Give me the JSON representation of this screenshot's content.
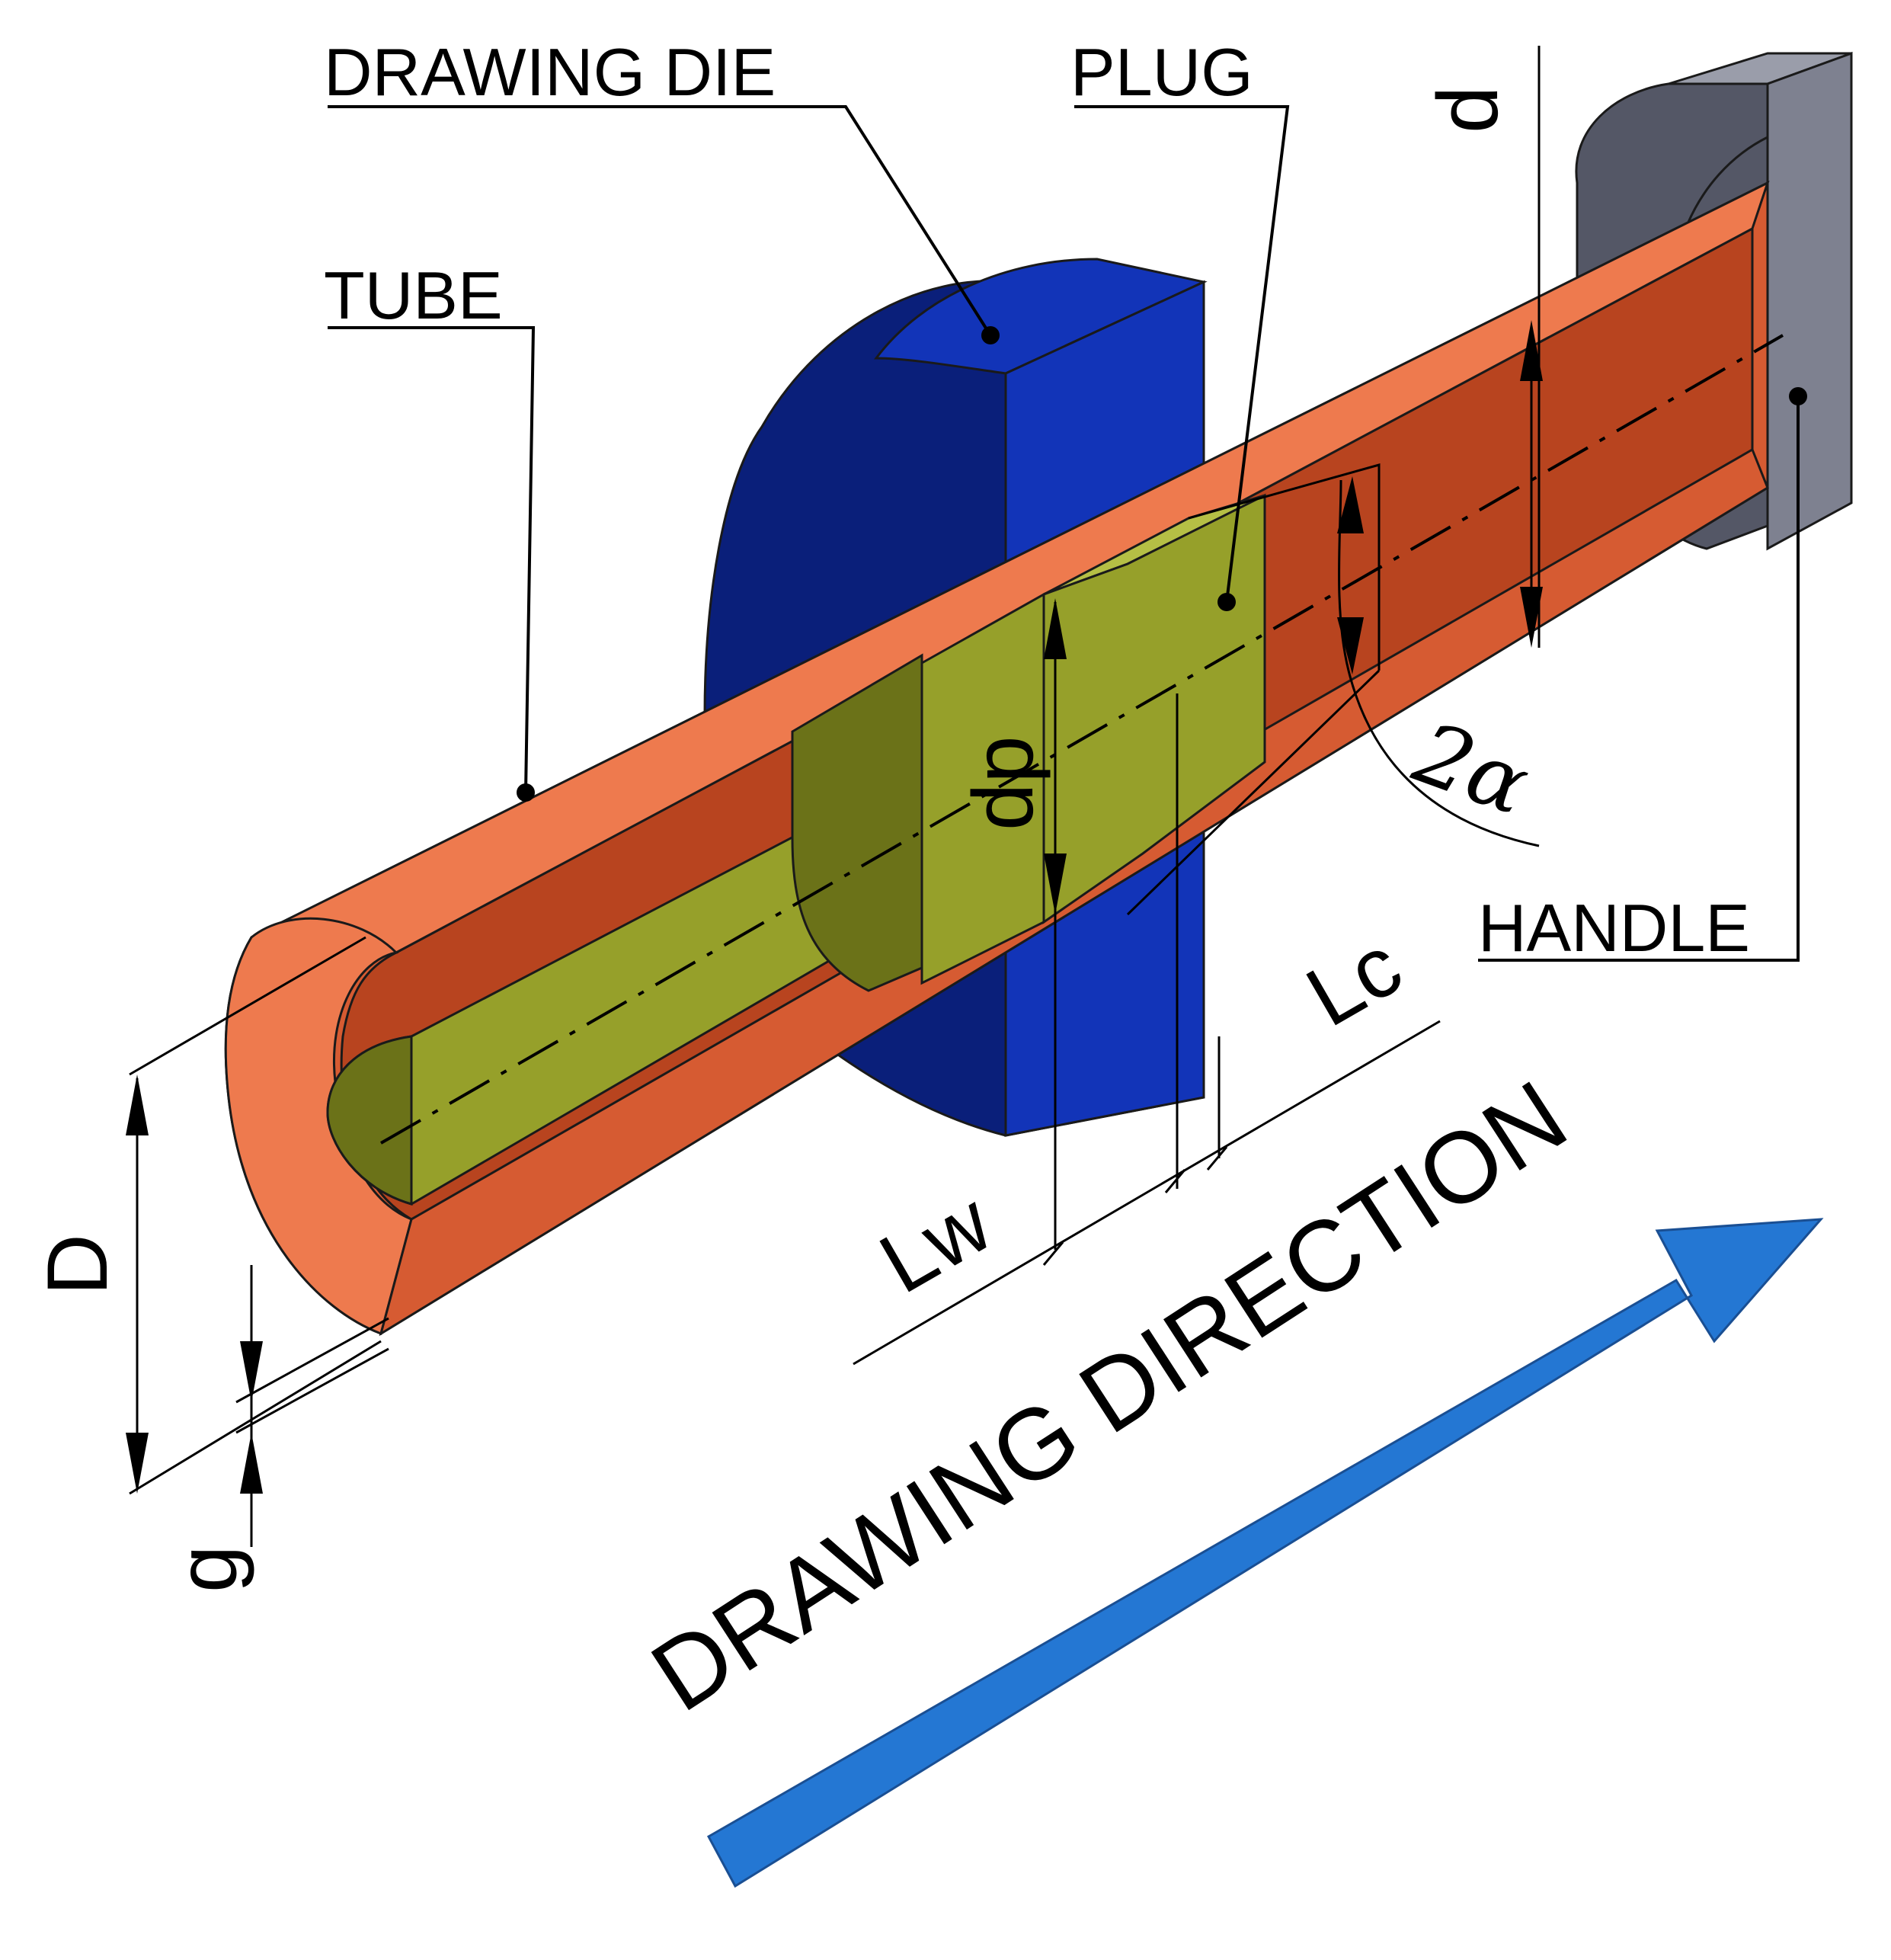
{
  "labels": {
    "drawing_die": "DRAWING DIE",
    "plug": "PLUG",
    "tube": "TUBE",
    "handle": "HANDLE",
    "direction": "DRAWING DIRECTION"
  },
  "dimensions": {
    "d": "d",
    "dp": "dp",
    "two_alpha": "2α",
    "lc": "Lc",
    "lw": "Lw",
    "big_d": "D",
    "g": "g"
  },
  "colors": {
    "tube": "#d65b32",
    "tube_dark": "#b8441f",
    "tube_light": "#ee7a4e",
    "die": "#1234b8",
    "die_dark": "#0a1f7a",
    "plug": "#96a02a",
    "plug_dark": "#6b7218",
    "handle": "#7e8190",
    "handle_dark": "#545766",
    "arrow": "#2477d3"
  }
}
